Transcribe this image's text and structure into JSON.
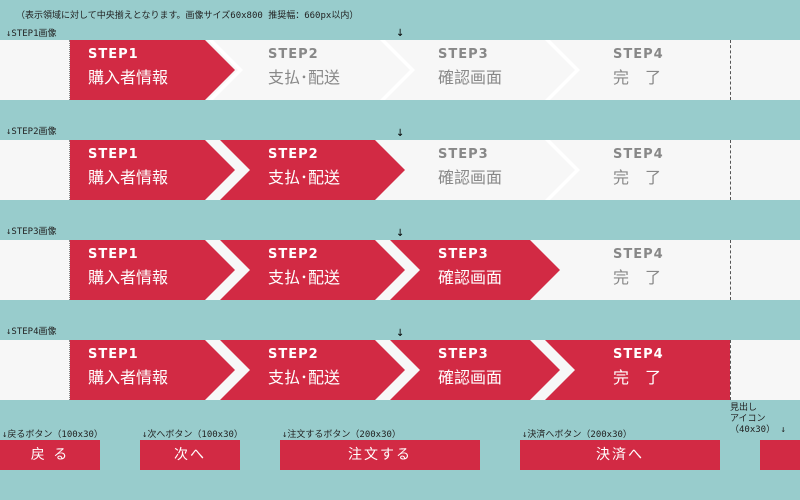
{
  "header_note": "（表示領域に対して中央揃えとなります。画像サイズ60x800  推奨幅：660px以内）",
  "center_arrow": "↓",
  "colors": {
    "active": "#d22a44",
    "inactive": "#f7f7f7",
    "bg": "#98cccc"
  },
  "rows": [
    {
      "caption": "↓STEP1画像",
      "active_steps": 1
    },
    {
      "caption": "↓STEP2画像",
      "active_steps": 2
    },
    {
      "caption": "↓STEP3画像",
      "active_steps": 3
    },
    {
      "caption": "↓STEP4画像",
      "active_steps": 4
    }
  ],
  "steps": [
    {
      "num": "STEP1",
      "label": "購入者情報"
    },
    {
      "num": "STEP2",
      "label": "支払･配送"
    },
    {
      "num": "STEP3",
      "label": "確認画面"
    },
    {
      "num": "STEP4",
      "label": "完　了"
    }
  ],
  "buttons": {
    "back": {
      "caption": "↓戻るボタン（100x30）",
      "label": "戻 る"
    },
    "next": {
      "caption": "↓次へボタン（100x30）",
      "label": "次へ"
    },
    "order": {
      "caption": "↓注文するボタン（200x30）",
      "label": "注文する"
    },
    "settle": {
      "caption": "↓決済へボタン（200x30）",
      "label": "決済へ"
    },
    "heading_icon": {
      "caption_line1": "見出し",
      "caption_line2": "アイコン",
      "caption_line3": "（40x30）",
      "arrow": "↓"
    }
  }
}
